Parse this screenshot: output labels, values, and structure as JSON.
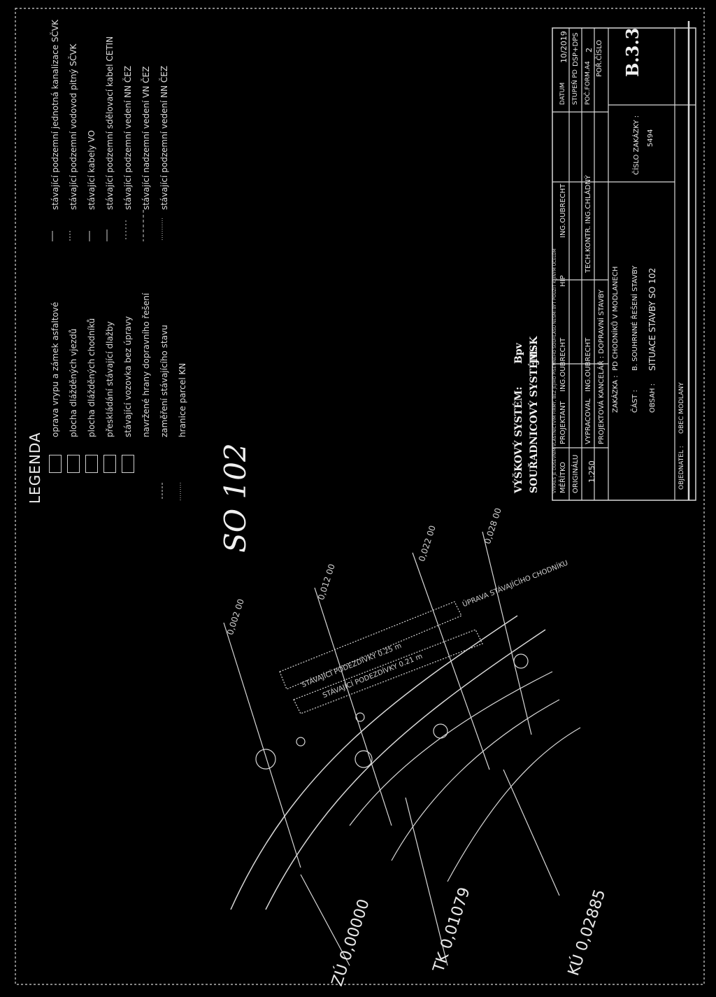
{
  "legend": {
    "title": "LEGENDA",
    "items": [
      {
        "label": "oprava vrypu a zámek asfaltové"
      },
      {
        "label": "plocha dlážděných vjezdů"
      },
      {
        "label": "plocha dlážděných chodníků"
      },
      {
        "label": "přeskládání stávající dlažby"
      },
      {
        "label": "stávající vozovka bez úpravy"
      },
      {
        "label": "navržené hrany dopravního řešení"
      },
      {
        "label": "zaměření stávajícího stavu"
      },
      {
        "label": "hranice parcel KN"
      }
    ],
    "networks": [
      {
        "label": "stávající podzemní jednotná kanalizace SČVK"
      },
      {
        "label": "stávající podzemní vodovod pitný SČVK"
      },
      {
        "label": "stávající kabely VO"
      },
      {
        "label": "stávající podzemní sdělovací kabel CETIN"
      },
      {
        "label": "stávající podzemní vedení NN ČEZ"
      },
      {
        "label": "stávající nadzemní vedení VN ČEZ"
      },
      {
        "label": "stávající podzemní vedení NN ČEZ"
      }
    ]
  },
  "systems": {
    "height_label": "VÝŠKOVÝ SYSTÉM:",
    "height_value": "Bpv",
    "coord_label": "SOUŘADNICOVÝ SYSTÉM:",
    "coord_value": "JTSK"
  },
  "drawing": {
    "object_label": "SO 102",
    "chainages": [
      "0,002 00",
      "0,012 00",
      "0,022 00",
      "0,028 00"
    ],
    "road_labels": [
      "STÁVAJÍCÍ PODEZDÍVKY 0.25 m",
      "STÁVAJÍCÍ PODEZDÍVKY 0.21 m",
      "ÚPRAVA STÁVAJÍCÍHO CHODNÍKU"
    ],
    "stations": [
      "KÚ 0,02885",
      "TK 0,01079",
      "ZÚ 0,00000"
    ]
  },
  "title_block": {
    "note": "VÝKRES JE DUŠEVNÍM VLASTNICTVÍM FIRMY, BEZ JEJÍHO PÍSEMNÉHO SOUHLASU NESMÍ BÝT POUŽIT K JINÝM ÚČELŮM",
    "scale_label": "MĚŘÍTKO",
    "original_label": "ORIGINÁLU",
    "scale_value": "1:250",
    "designer_label": "PROJEKTANT",
    "designer_name": "ING.OUBRECHT",
    "hip_label": "HIP",
    "hip_name": "ING.OUBRECHT",
    "drafted_label": "VYPRACOVAL",
    "drafted_name": "ING.OUBRECHT",
    "control_label": "TECH.KONTR.",
    "control_name": "ING.CHLÁDNÝ",
    "office": "PROJEKTOVÁ KANCELÁŘ : DOPRAVNÍ STAVBY",
    "order_label": "ZAKÁZKA :",
    "order_value": "PD CHODNÍKŮ V MODLANECH",
    "part_label": "ČÁST :",
    "part_value": "B. SOUHRNNÉ ŘEŠENÍ STAVBY",
    "content_label": "OBSAH :",
    "content_value": "SITUACE STAVBY SO 102",
    "client_label": "OBJEDNATEL :",
    "client_value": "OBEC MODLANY",
    "date_label": "DATUM",
    "date_value": "10/2019",
    "stage_label": "STUPEŇ PD",
    "stage_value": "DSP+DPS",
    "format_label": "POČ.FORM.A4",
    "format_value": "2",
    "contract_no_label": "ČÍSLO ZAKÁZKY :",
    "contract_no_value": "5494",
    "serial_label": "POŘ.ČÍSLO",
    "serial_value": "B.3.3"
  },
  "colors": {
    "background": "#000000",
    "ink": "#e8e8e8"
  }
}
